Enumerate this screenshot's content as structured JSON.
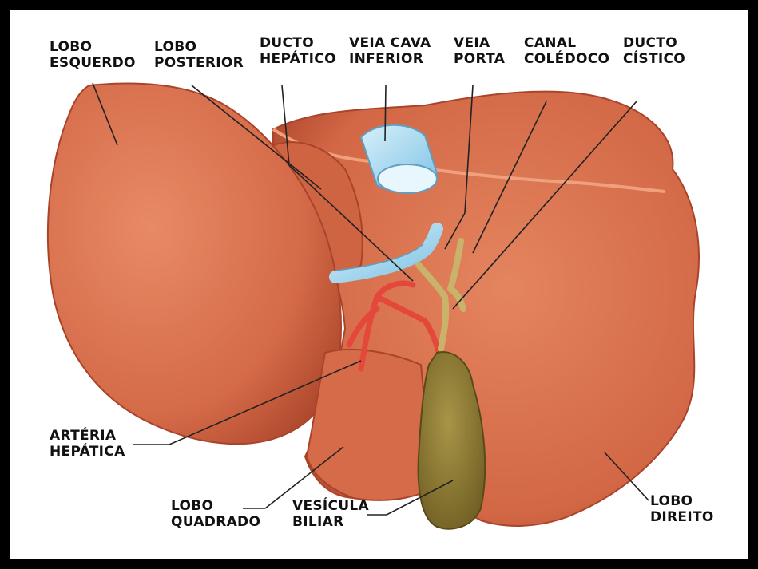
{
  "labels": {
    "lobo_esquerdo": [
      "LOBO",
      "ESQUERDO"
    ],
    "lobo_posterior": [
      "LOBO",
      "POSTERIOR"
    ],
    "ducto_hepatico": [
      "DUCTO",
      "HEPÁTICO"
    ],
    "veia_cava": [
      "VEIA CAVA",
      "INFERIOR"
    ],
    "veia_porta": [
      "VEIA",
      "PORTA"
    ],
    "canal_coledoco": [
      "CANAL",
      "COLÉDOCO"
    ],
    "ducto_cistico": [
      "DUCTO",
      "CÍSTICO"
    ],
    "arteria_hepatica": [
      "ARTÉRIA",
      "HEPÁTICA"
    ],
    "lobo_quadrado": [
      "LOBO",
      "QUADRADO"
    ],
    "vesicula_biliar": [
      "VESÍCULA",
      "BILIAR"
    ],
    "lobo_direito": [
      "LOBO",
      "DIREITO"
    ]
  },
  "colors": {
    "frame": "#000000",
    "background": "#ffffff",
    "liver": "#d96b4a",
    "liver_shadow": "#b8492e",
    "vein": "#a9d8f0",
    "artery": "#e4483a",
    "bile_duct": "#c9b26a",
    "gallbladder": "#8c7a34"
  }
}
